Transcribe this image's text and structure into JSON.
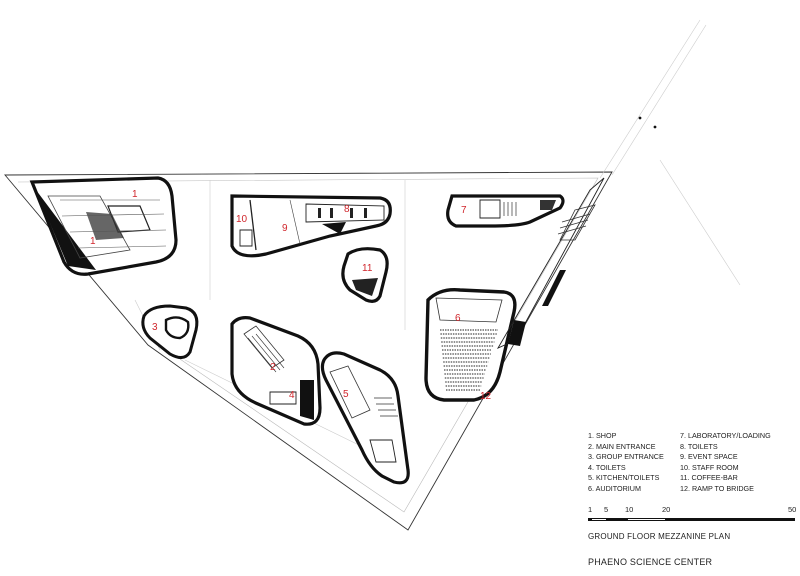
{
  "plan": {
    "room_numbers": [
      "1",
      "1",
      "9",
      "10",
      "8",
      "7",
      "11",
      "3",
      "2",
      "4",
      "5",
      "6",
      "12"
    ]
  },
  "legend": {
    "items": [
      "1. SHOP",
      "2. MAIN ENTRANCE",
      "3. GROUP ENTRANCE",
      "4. TOILETS",
      "5. KITCHEN/TOILETS",
      "6. AUDITORIUM",
      "7. LABORATORY/LOADING",
      "8. TOILETS",
      "9. EVENT SPACE",
      "10. STAFF ROOM",
      "11. COFFEE-BAR",
      "12. RAMP TO BRIDGE"
    ]
  },
  "scale_bar": {
    "ticks": [
      "1",
      "5",
      "10",
      "20",
      "50"
    ]
  },
  "drawing_title": "GROUND FLOOR MEZZANINE PLAN",
  "project_title": "PHAENO SCIENCE CENTER",
  "colors": {
    "room_number": "#d0262c",
    "linework": "#111111"
  }
}
